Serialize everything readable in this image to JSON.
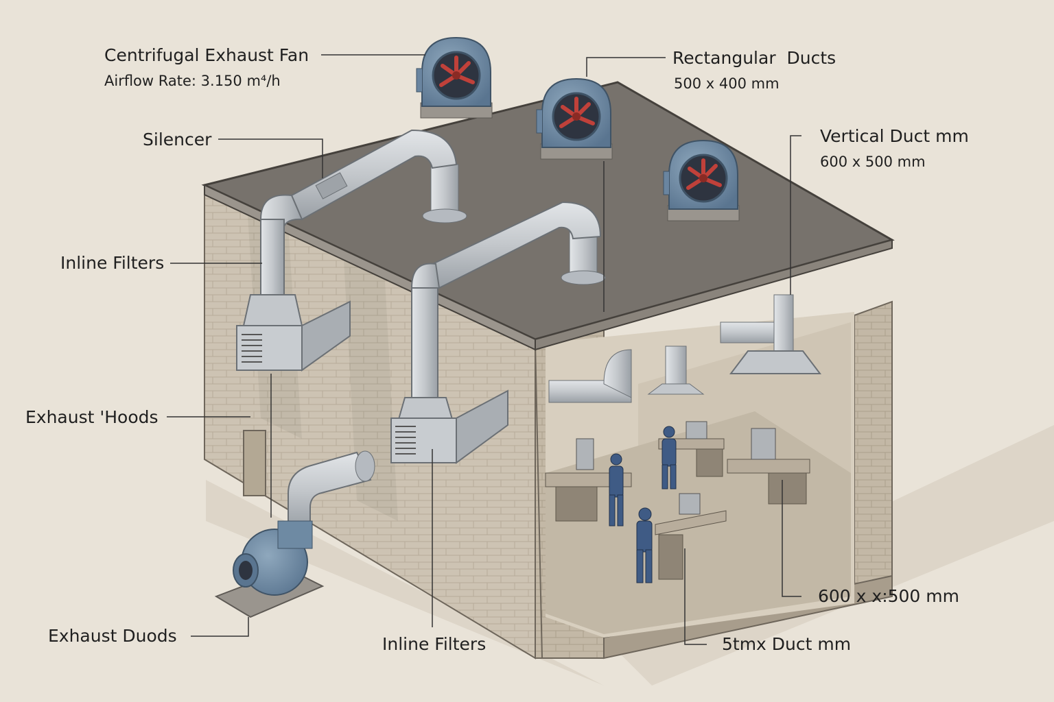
{
  "labels": {
    "centrifugal_fan_title": "Centrifugal Exhaust Fan",
    "airflow_rate": "Airflow Rate: 3.150 m⁴/h",
    "silencer": "Silencer",
    "inline_filters_left": "Inline Filters",
    "exhaust_hoods": "Exhaust 'Hoods",
    "exhaust_duods": "Exhaust Duods",
    "inline_filters_bottom": "Inline Filters",
    "rectangular_ducts_title": "Rectangular  Ducts",
    "rectangular_ducts_size": "500 x 400 mm",
    "vertical_duct_title": "Vertical Duct mm",
    "vertical_duct_size": "600 x 500 mm",
    "duct_size_right": "600 x x:500 mm",
    "duct_size_bottom": "5tmx Duct mm"
  },
  "colors": {
    "background": "#e9e3d8",
    "roof": "#77726c",
    "wall_front": "#cbc1b1",
    "wall_side": "#bfb4a3",
    "duct": "#c3c7cb",
    "fan_body": "#6e8aa3",
    "fan_blades": "#c0413a",
    "worker": "#3f5b85",
    "leader_line": "#333333"
  },
  "icons": [
    "centrifugal-fan-icon",
    "duct-icon",
    "exhaust-hood-icon",
    "worker-icon",
    "grille-icon"
  ]
}
